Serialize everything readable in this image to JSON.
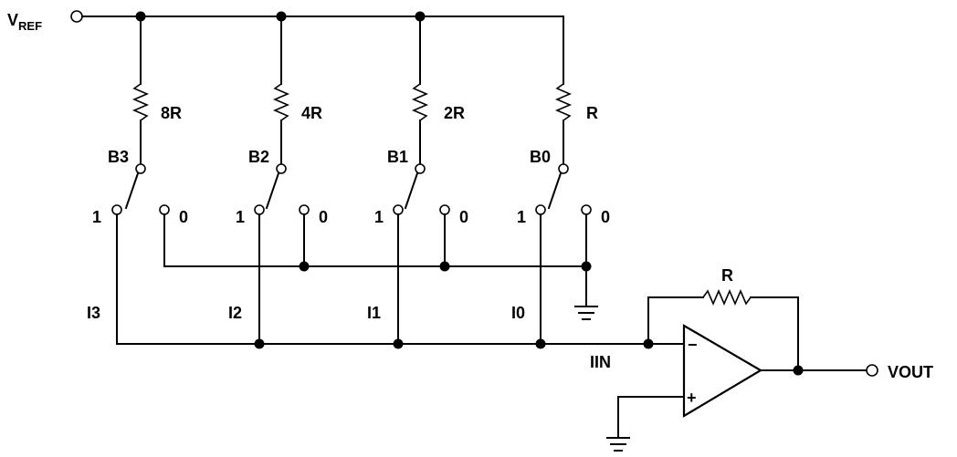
{
  "vref": {
    "main": "V",
    "sub": "REF"
  },
  "branches": [
    {
      "resistor": "8R",
      "bit": "B3",
      "pos1": "1",
      "pos0": "0",
      "current": "I3"
    },
    {
      "resistor": "4R",
      "bit": "B2",
      "pos1": "1",
      "pos0": "0",
      "current": "I2"
    },
    {
      "resistor": "2R",
      "bit": "B1",
      "pos1": "1",
      "pos0": "0",
      "current": "I1"
    },
    {
      "resistor": "R",
      "bit": "B0",
      "pos1": "1",
      "pos0": "0",
      "current": "I0"
    }
  ],
  "feedback_resistor": "R",
  "input_current": "IIN",
  "output": "VOUT",
  "opamp": {
    "inverting": "−",
    "noninverting": "+"
  }
}
